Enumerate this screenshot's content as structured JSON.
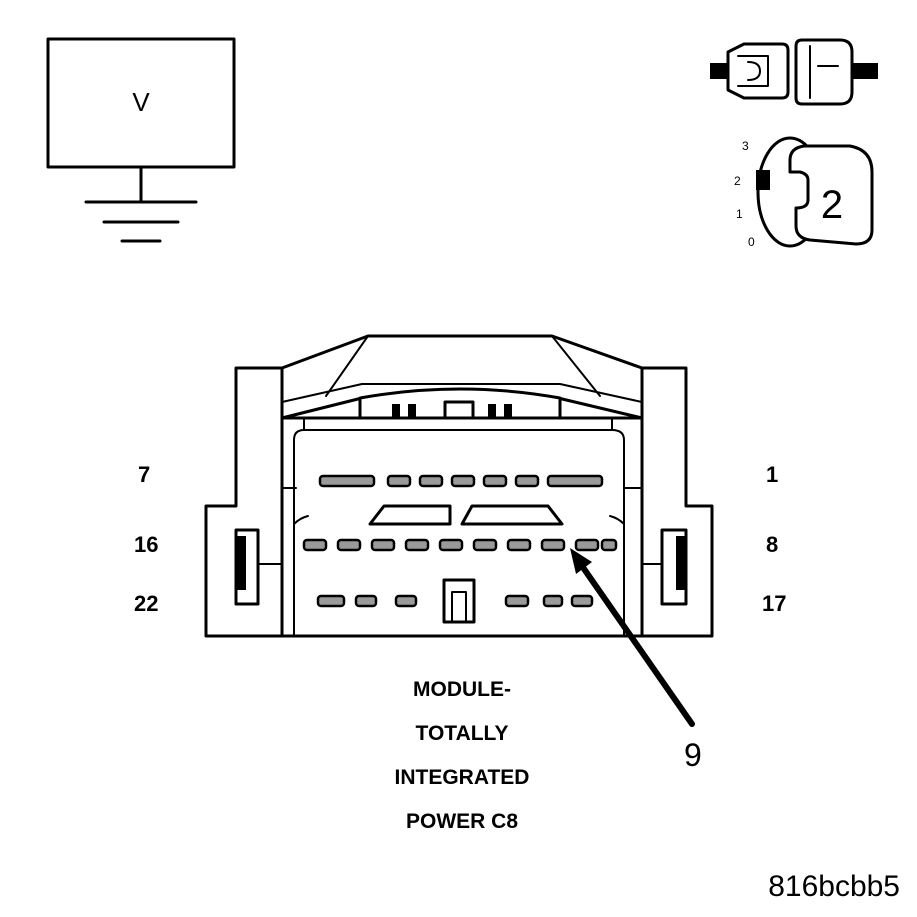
{
  "voltmeter": {
    "symbol": "V"
  },
  "ignition": {
    "positions": [
      "3",
      "2",
      "1",
      "0"
    ],
    "selected": "2"
  },
  "connector": {
    "pin_labels": {
      "row1_left": "7",
      "row1_right": "1",
      "row2_left": "16",
      "row2_right": "8",
      "row3_left": "22",
      "row3_right": "17"
    },
    "callout_pin": "9",
    "name_lines": [
      "MODULE-",
      "TOTALLY",
      "INTEGRATED",
      "POWER C8"
    ]
  },
  "figure_id": "816bcbb5"
}
